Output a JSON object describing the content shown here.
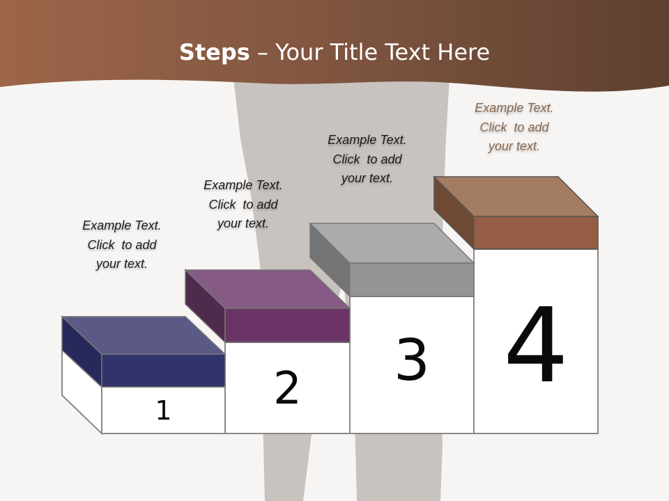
{
  "slide": {
    "title_bold": "Steps",
    "title_rest": " – Your Title Text Here"
  },
  "steps": [
    {
      "number": "1",
      "text_line1": "Example Text.",
      "text_line2": "Click  to add",
      "text_line3": "your text.",
      "color": "#33336b"
    },
    {
      "number": "2",
      "text_line1": "Example Text.",
      "text_line2": "Click  to add",
      "text_line3": "your text.",
      "color": "#6b3466"
    },
    {
      "number": "3",
      "text_line1": "Example Text.",
      "text_line2": "Click  to add",
      "text_line3": "your text.",
      "color": "#959595"
    },
    {
      "number": "4",
      "text_line1": "Example Text.",
      "text_line2": "Click  to add",
      "text_line3": "your text.",
      "color": "#955e44"
    }
  ],
  "colors": {
    "banner_light": "#9a6448",
    "banner_dark": "#5a3e2c",
    "background": "#f7f5f3",
    "silhouette": "#c8c3bf"
  }
}
